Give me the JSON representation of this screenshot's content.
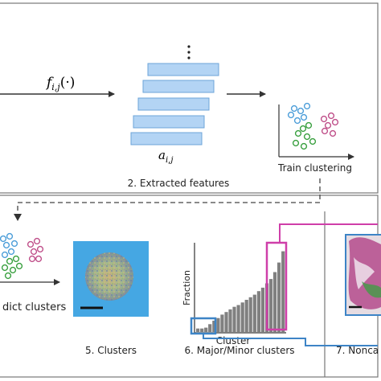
{
  "function_label": "f",
  "function_subscript": "i,j",
  "function_arg": "(·)",
  "features_symbol": "a",
  "features_subscript": "i,j",
  "step2_label": "2. Extracted features",
  "train_label": "Train clustering",
  "predict_label": "dict clusters",
  "step5_label": "5. Clusters",
  "step6_label": "6. Major/Minor clusters",
  "step7_label": "7. Nonca",
  "hist_ylabel": "Fraction",
  "hist_xlabel": "Cluster",
  "hist_bars": [
    0.04,
    0.04,
    0.05,
    0.09,
    0.13,
    0.16,
    0.2,
    0.23,
    0.26,
    0.29,
    0.31,
    0.34,
    0.37,
    0.4,
    0.43,
    0.47,
    0.51,
    0.56,
    0.61,
    0.69,
    0.8,
    0.93
  ],
  "colors": {
    "feature_fill": "#b3d4f4",
    "feature_stroke": "#6ea4d8",
    "minor_box": "#3d84c6",
    "major_box": "#cf3fa9",
    "bar": "#808080",
    "frame": "#777777",
    "tile_bg": "#45a7e3",
    "dot_blue": "#4d9ed9",
    "dot_green": "#3aa040",
    "dot_pink": "#c0508a"
  }
}
